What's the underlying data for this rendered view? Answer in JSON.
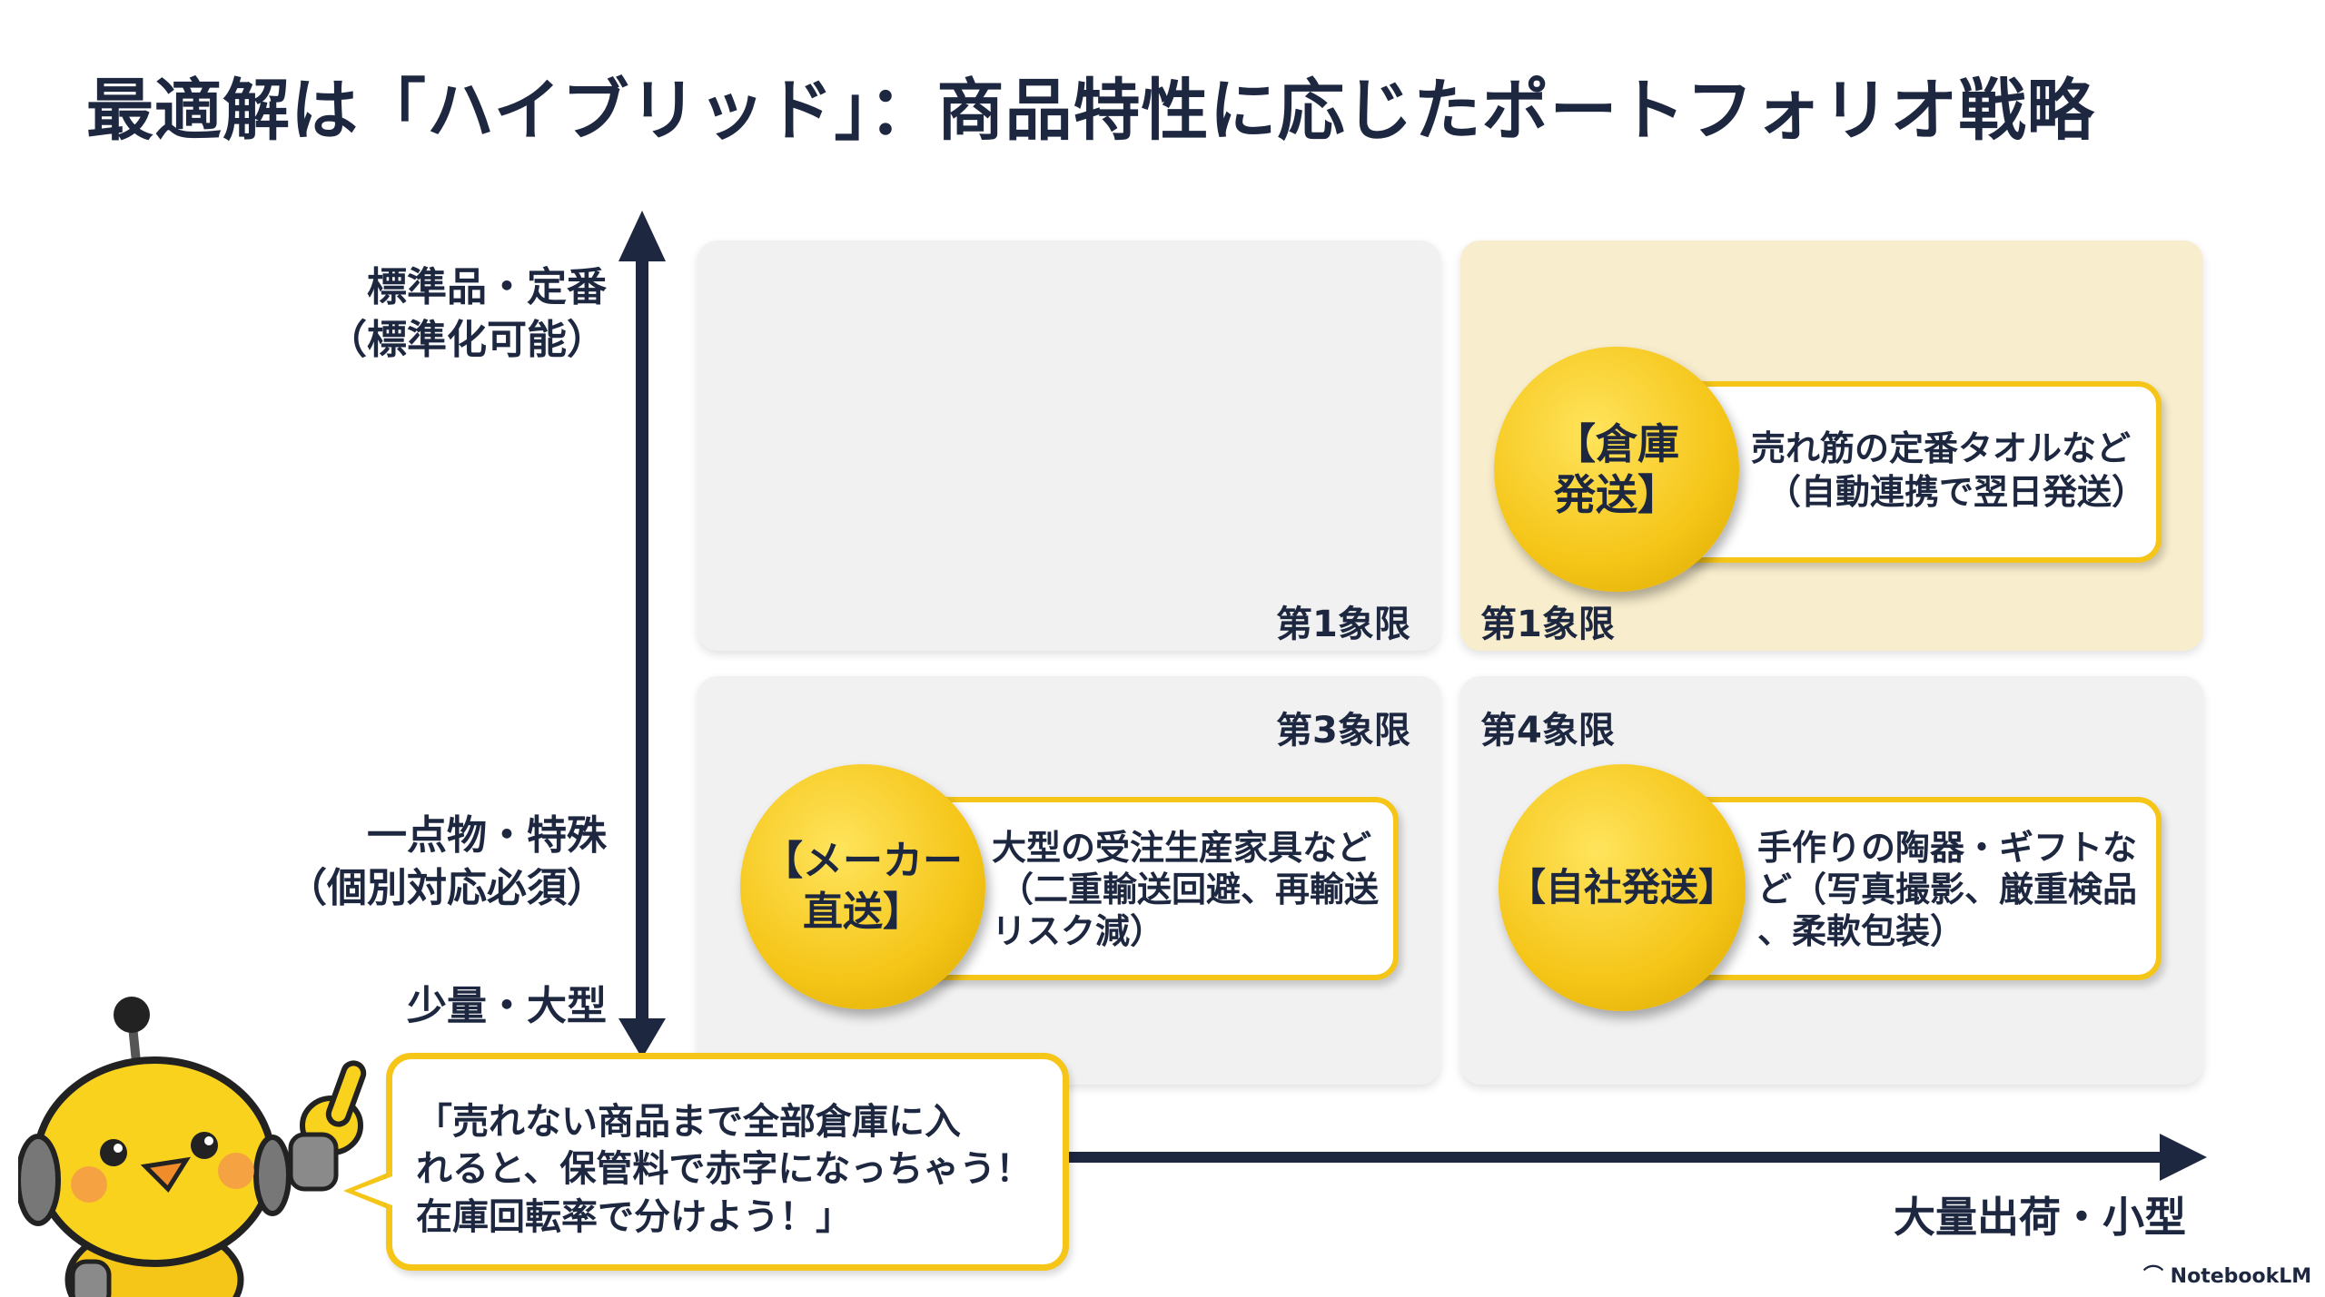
{
  "title": "最適解は「ハイブリッド」：商品特性に応じたポートフォリオ戦略",
  "y_axis": {
    "top_label_line1": "標準品・定番",
    "top_label_line2": "（標準化可能）",
    "mid_label_line1": "一点物・特殊",
    "mid_label_line2": "（個別対応必須）",
    "bottom_label": "少量・大型"
  },
  "x_axis": {
    "right_label": "大量出荷・小型"
  },
  "quadrants": {
    "top_left": {
      "label": "第1象限"
    },
    "top_right": {
      "label": "第1象限",
      "badge_line1": "【倉庫",
      "badge_line2": "発送】",
      "desc_line1": "売れ筋の定番タオルなど",
      "desc_line2": "（自動連携で翌日発送）"
    },
    "bottom_left": {
      "label": "第3象限",
      "badge_line1": "【メーカー",
      "badge_line2": "直送】",
      "desc_line1": "大型の受注生産家具など",
      "desc_line2": "（二重輸送回避、再輸送",
      "desc_line3": "リスク減）"
    },
    "bottom_right": {
      "label": "第4象限",
      "badge_line1": "【自社発送】",
      "desc_line1": "手作りの陶器・ギフトな",
      "desc_line2": "ど（写真撮影、厳重検品",
      "desc_line3": "、柔軟包装）"
    }
  },
  "speech": {
    "line1": "「売れない商品まで全部倉庫に入",
    "line2": "れると、保管料で赤字になっちゃう！",
    "line3": "在庫回転率で分けよう！」"
  },
  "brand": "NotebookLM",
  "colors": {
    "accent": "#f5c518",
    "navy": "#1d2740",
    "quadrant_highlight": "#f8edcc",
    "quadrant": "#f1f1f1"
  }
}
